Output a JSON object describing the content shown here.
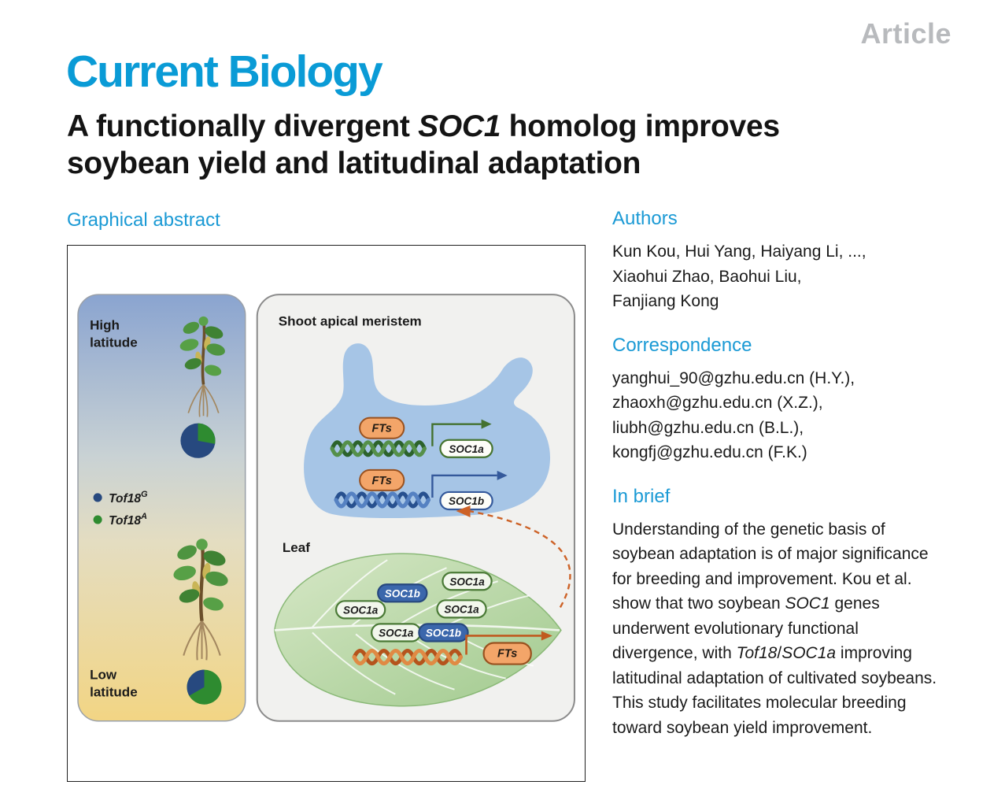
{
  "colors": {
    "logo_blue": "#0a9bd6",
    "accent_blue": "#1b9ad5",
    "article_gray": "#b8babd",
    "high_lat_blue": "#27497f",
    "low_lat_green": "#2e8b30"
  },
  "header": {
    "article_tag": "Article",
    "journal": "Current Biology"
  },
  "title": {
    "pre": "A functionally divergent ",
    "gene": "SOC1",
    "post": " homolog improves",
    "line2": "soybean yield and latitudinal adaptation"
  },
  "graphical_abstract": {
    "heading": "Graphical abstract",
    "latitude_panel": {
      "high_line1": "High",
      "high_line2": "latitude",
      "low_line1": "Low",
      "low_line2": "latitude",
      "legend": [
        {
          "gene": "Tof18",
          "allele": "G",
          "color": "#27497f"
        },
        {
          "gene": "Tof18",
          "allele": "A",
          "color": "#2e8b30"
        }
      ]
    },
    "sam_panel": {
      "title": "Shoot apical meristem",
      "row1_ft": "FTs",
      "row1_gene": "SOC1a",
      "row2_ft": "FTs",
      "row2_gene": "SOC1b",
      "leaf_label": "Leaf",
      "leaf_pills": [
        "SOC1a",
        "SOC1b",
        "SOC1a",
        "SOC1a",
        "SOC1a",
        "SOC1b"
      ],
      "leaf_ft": "FTs"
    }
  },
  "authors": {
    "heading": "Authors",
    "lines": [
      "Kun Kou, Hui Yang, Haiyang Li, ...,",
      "Xiaohui Zhao, Baohui Liu,",
      "Fanjiang Kong"
    ]
  },
  "correspondence": {
    "heading": "Correspondence",
    "lines": [
      "yanghui_90@gzhu.edu.cn (H.Y.),",
      "zhaoxh@gzhu.edu.cn (X.Z.),",
      "liubh@gzhu.edu.cn (B.L.),",
      "kongfj@gzhu.edu.cn (F.K.)"
    ]
  },
  "in_brief": {
    "heading": "In brief",
    "segments": {
      "s1": "Understanding of the genetic basis of soybean adaptation is of major significance for breeding and improvement. Kou et al. show that two soybean ",
      "s2": "SOC1",
      "s3": " genes underwent evolutionary functional divergence, with ",
      "s4": "Tof18",
      "s5": "/",
      "s6": "SOC1a",
      "s7": " improving latitudinal adaptation of cultivated soybeans. This study facilitates molecular breeding toward soybean yield improvement."
    }
  }
}
